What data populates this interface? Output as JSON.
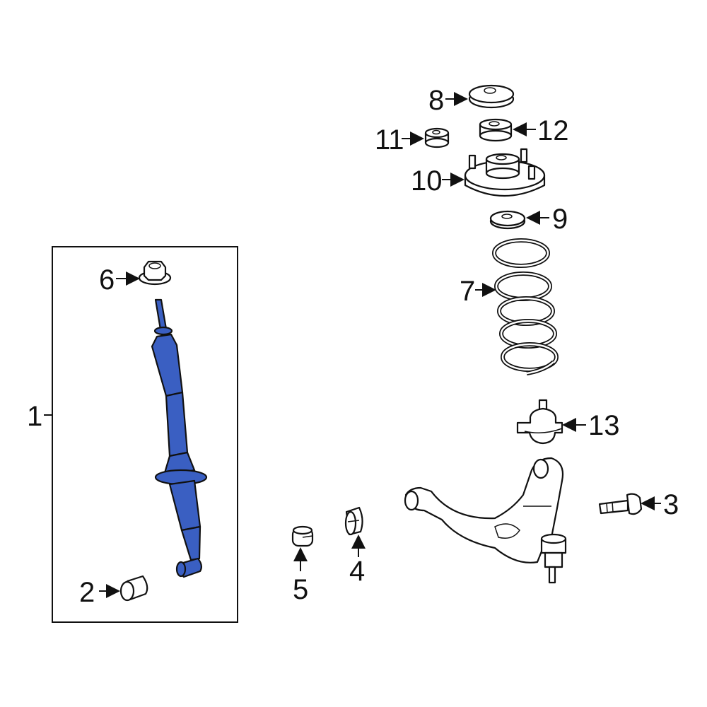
{
  "diagram": {
    "type": "exploded-parts-diagram",
    "subject": "Front suspension: shock absorber, coil spring, upper mount, lower control arm",
    "highlight_color": "#3a5fc2",
    "line_color": "#111111",
    "background": "#ffffff",
    "group_box": {
      "label": "1",
      "contains": [
        "2",
        "6",
        "shock-absorber"
      ]
    },
    "callouts": [
      {
        "id": "1",
        "label": "1",
        "part": "shock-absorber-assembly"
      },
      {
        "id": "2",
        "label": "2",
        "part": "lower-bushing"
      },
      {
        "id": "3",
        "label": "3",
        "part": "bolt"
      },
      {
        "id": "4",
        "label": "4",
        "part": "control-arm-bushing"
      },
      {
        "id": "5",
        "label": "5",
        "part": "control-arm-bushing"
      },
      {
        "id": "6",
        "label": "6",
        "part": "flange-nut"
      },
      {
        "id": "7",
        "label": "7",
        "part": "coil-spring"
      },
      {
        "id": "8",
        "label": "8",
        "part": "upper-insulator"
      },
      {
        "id": "9",
        "label": "9",
        "part": "spring-seat-washer"
      },
      {
        "id": "10",
        "label": "10",
        "part": "strut-mount"
      },
      {
        "id": "11",
        "label": "11",
        "part": "bushing"
      },
      {
        "id": "12",
        "label": "12",
        "part": "bushing"
      },
      {
        "id": "13",
        "label": "13",
        "part": "ball-joint"
      }
    ]
  }
}
